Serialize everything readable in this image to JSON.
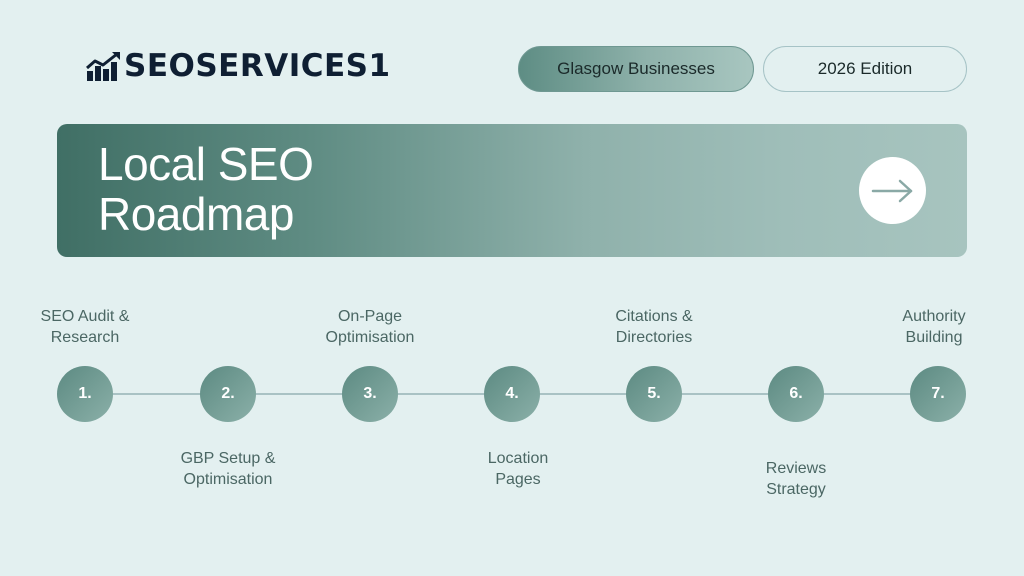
{
  "brand": {
    "name": "SEOSERVICES1",
    "logo_icon": "rising-bar-chart-icon"
  },
  "pills": {
    "city": "Glasgow Businesses",
    "edition": "2026 Edition"
  },
  "banner": {
    "title_line1": "Local SEO",
    "title_line2": "Roadmap",
    "arrow_icon": "arrow-right-icon"
  },
  "colors": {
    "background": "#e3f0f0",
    "accent_dark": "#406f65",
    "accent_light": "#a7c4bf",
    "logo_text": "#0f1f33",
    "label_text": "#4b6764"
  },
  "steps": [
    {
      "number": "1.",
      "line1": "SEO Audit &",
      "line2": "Research"
    },
    {
      "number": "2.",
      "line1": "GBP Setup &",
      "line2": "Optimisation"
    },
    {
      "number": "3.",
      "line1": "On-Page",
      "line2": "Optimisation"
    },
    {
      "number": "4.",
      "line1": "Location",
      "line2": "Pages"
    },
    {
      "number": "5.",
      "line1": "Citations &",
      "line2": "Directories"
    },
    {
      "number": "6.",
      "line1": "Reviews",
      "line2": "Strategy"
    },
    {
      "number": "7.",
      "line1": "Authority",
      "line2": "Building"
    }
  ]
}
